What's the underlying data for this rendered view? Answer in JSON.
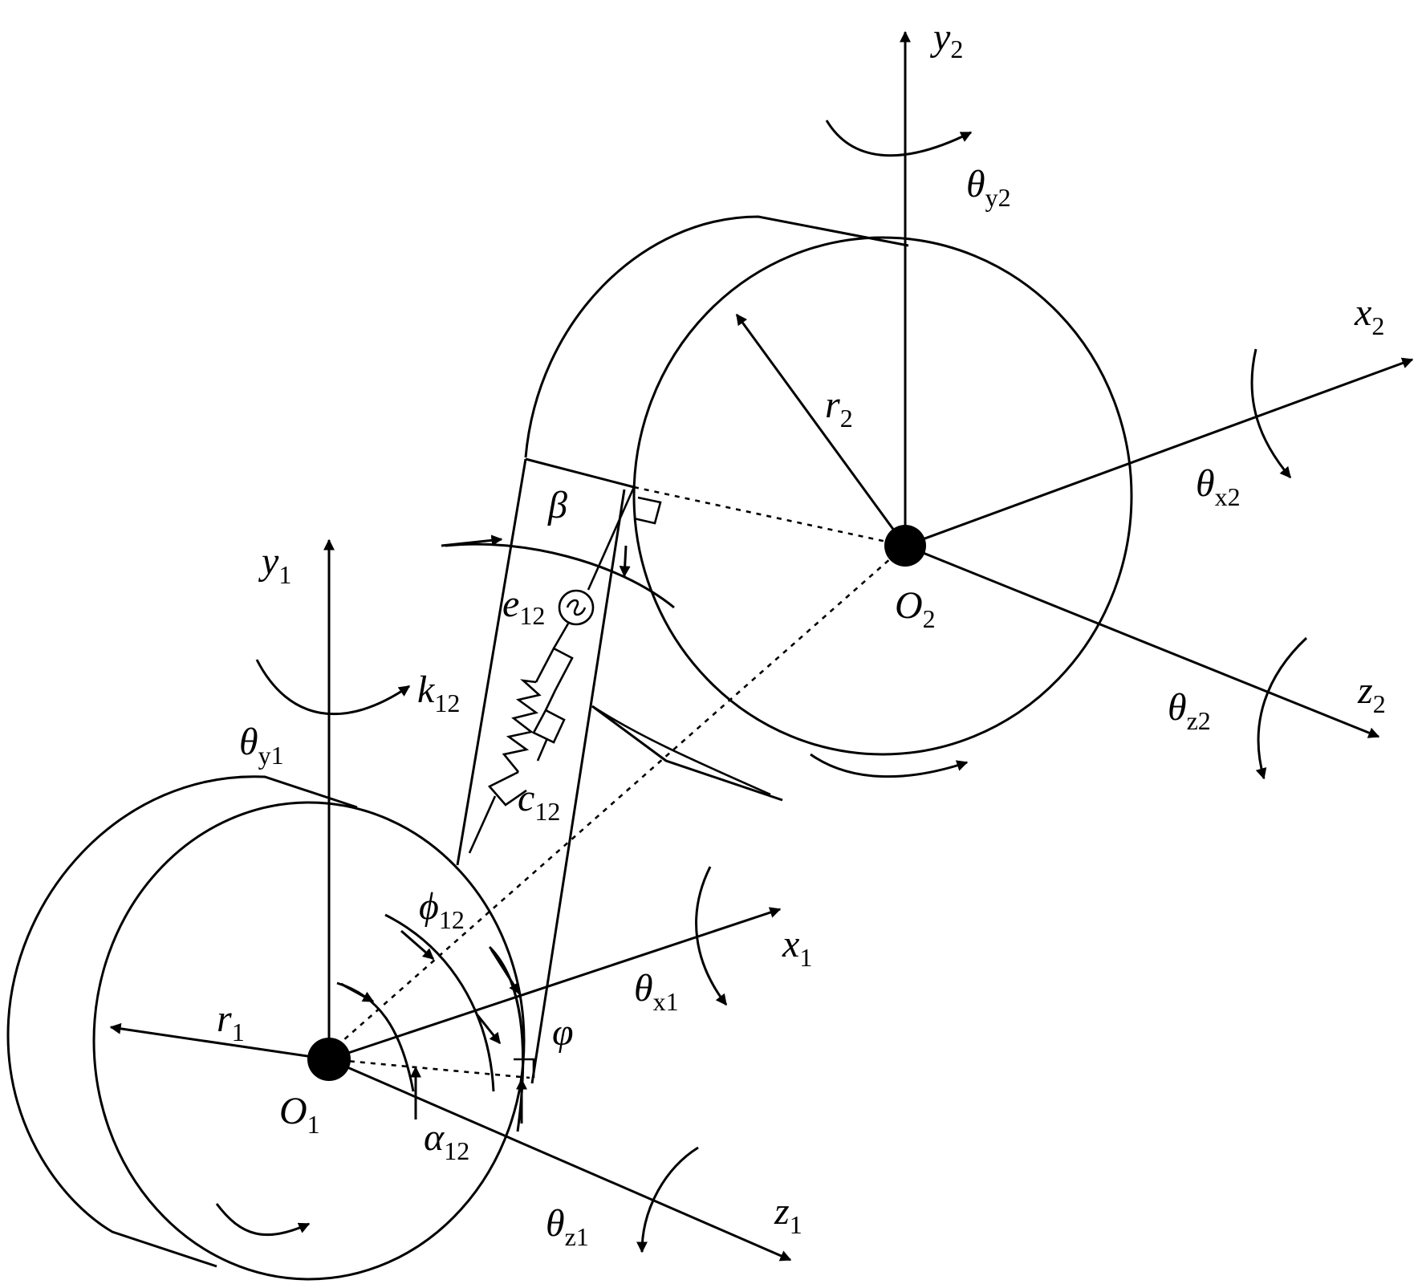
{
  "labels": {
    "y2": {
      "main": "y",
      "sub": "2"
    },
    "theta_y2": {
      "main": "θ",
      "sub": "y2"
    },
    "x2": {
      "main": "x",
      "sub": "2"
    },
    "r2": {
      "main": "r",
      "sub": "2"
    },
    "theta_x2": {
      "main": "θ",
      "sub": "x2"
    },
    "beta": {
      "main": "β",
      "sub": ""
    },
    "O2": {
      "main": "O",
      "sub": "2"
    },
    "y1": {
      "main": "y",
      "sub": "1"
    },
    "e12": {
      "main": "e",
      "sub": "12"
    },
    "k12": {
      "main": "k",
      "sub": "12"
    },
    "theta_z2": {
      "main": "θ",
      "sub": "z2"
    },
    "z2": {
      "main": "z",
      "sub": "2"
    },
    "theta_y1": {
      "main": "θ",
      "sub": "y1"
    },
    "c12": {
      "main": "c",
      "sub": "12"
    },
    "phi12": {
      "main": "ϕ",
      "sub": "12"
    },
    "x1": {
      "main": "x",
      "sub": "1"
    },
    "theta_x1": {
      "main": "θ",
      "sub": "x1"
    },
    "r1": {
      "main": "r",
      "sub": "1"
    },
    "varphi": {
      "main": "φ",
      "sub": ""
    },
    "O1": {
      "main": "O",
      "sub": "1"
    },
    "alpha12": {
      "main": "α",
      "sub": "12"
    },
    "theta_z1": {
      "main": "θ",
      "sub": "z1"
    },
    "z1": {
      "main": "z",
      "sub": "1"
    }
  }
}
